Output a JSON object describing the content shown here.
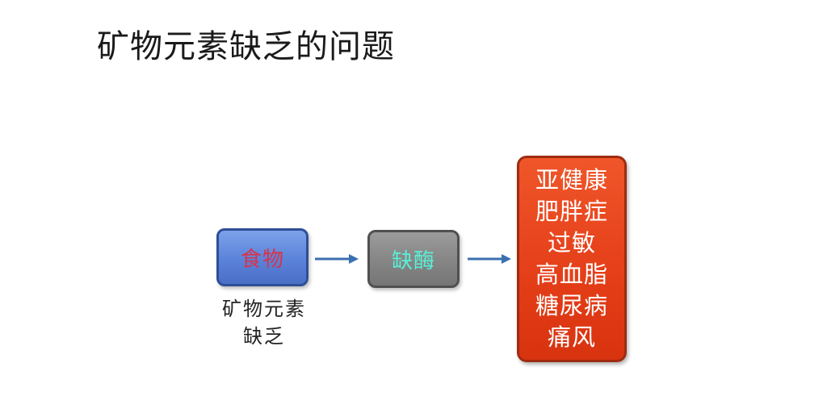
{
  "title": "矿物元素缺乏的问题",
  "food": {
    "label": "食物",
    "caption_line1": "矿物元素",
    "caption_line2": "缺乏"
  },
  "enzyme": {
    "label": "缺酶"
  },
  "outcomes": [
    "亚健康",
    "肥胖症",
    "过敏",
    "高血脂",
    "糖尿病",
    "痛风"
  ],
  "colors": {
    "food_box": "#5a82d8",
    "food_text": "#d8334a",
    "enzyme_box": "#858585",
    "enzyme_text": "#58f0d6",
    "outcome_box": "#e43e18",
    "outcome_text": "#ffffff",
    "arrow": "#3a6fb0"
  }
}
